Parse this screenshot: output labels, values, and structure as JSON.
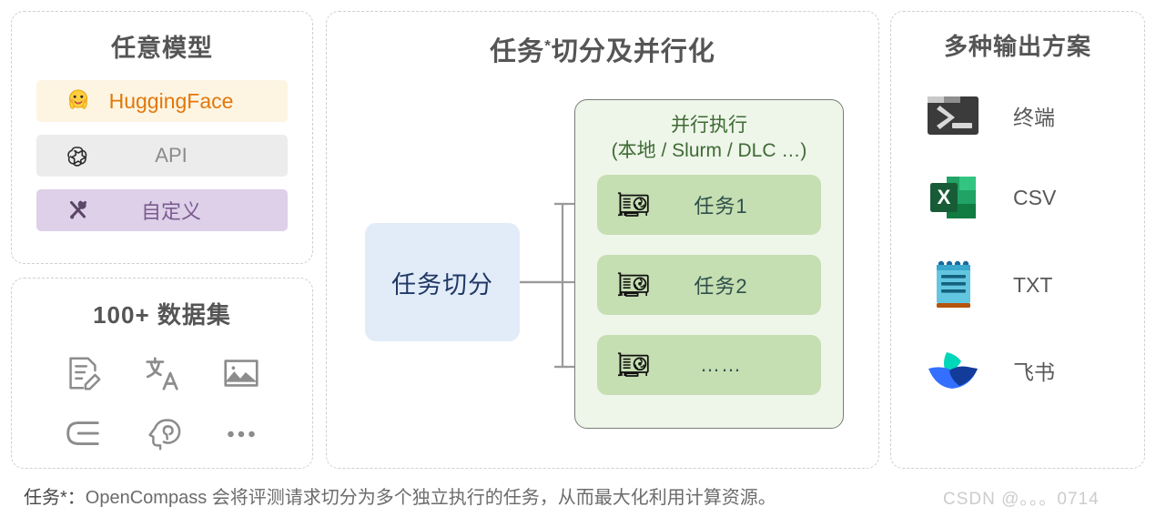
{
  "models_panel": {
    "title": "任意模型",
    "rows": [
      {
        "label": "HuggingFace",
        "icon": "huggingface-icon",
        "bg": "#fdf5e2",
        "fg": "#e2770a"
      },
      {
        "label": "API",
        "icon": "openai-icon",
        "bg": "#ececec",
        "fg": "#8b8b8b"
      },
      {
        "label": "自定义",
        "icon": "tools-icon",
        "bg": "#ded0e9",
        "fg": "#7a5b8e"
      }
    ]
  },
  "datasets_panel": {
    "title": "100+ 数据集",
    "icons": [
      "document-edit-icon",
      "translate-icon",
      "image-icon",
      "list-indent-icon",
      "brain-head-icon",
      "ellipsis-icon"
    ]
  },
  "pipeline_panel": {
    "title": "任务",
    "title_star": "*",
    "title_rest": "切分及并行化",
    "split_box_label": "任务切分",
    "green_box": {
      "heading_line1": "并行执行",
      "heading_line2": "(本地 / Slurm / DLC …)",
      "tasks": [
        {
          "label": "任务1",
          "icon": "gpu-card-icon"
        },
        {
          "label": "任务2",
          "icon": "gpu-card-icon"
        },
        {
          "label": "……",
          "icon": "gpu-card-icon"
        }
      ]
    }
  },
  "outputs_panel": {
    "title": "多种输出方案",
    "rows": [
      {
        "label": "终端",
        "icon": "terminal-icon"
      },
      {
        "label": "CSV",
        "icon": "excel-icon"
      },
      {
        "label": "TXT",
        "icon": "notepad-icon"
      },
      {
        "label": "飞书",
        "icon": "feishu-icon"
      }
    ]
  },
  "footnote": {
    "marker": "任务*：",
    "text": "OpenCompass 会将评测请求切分为多个独立执行的任务，从而最大化利用计算资源。"
  },
  "watermark": "CSDN @。。。0714",
  "colors": {
    "panel_border": "#cfcfcf",
    "title_gray": "#555555",
    "hf_orange": "#e2770a",
    "custom_purple": "#7a5b8e",
    "split_blue_bg": "#e2ecf8",
    "split_blue_text": "#1f3864",
    "green_container_bg": "#eef5e9",
    "green_task_bg": "#c5deb2",
    "green_text": "#3e6b34",
    "connector_gray": "#9a9a9a"
  }
}
